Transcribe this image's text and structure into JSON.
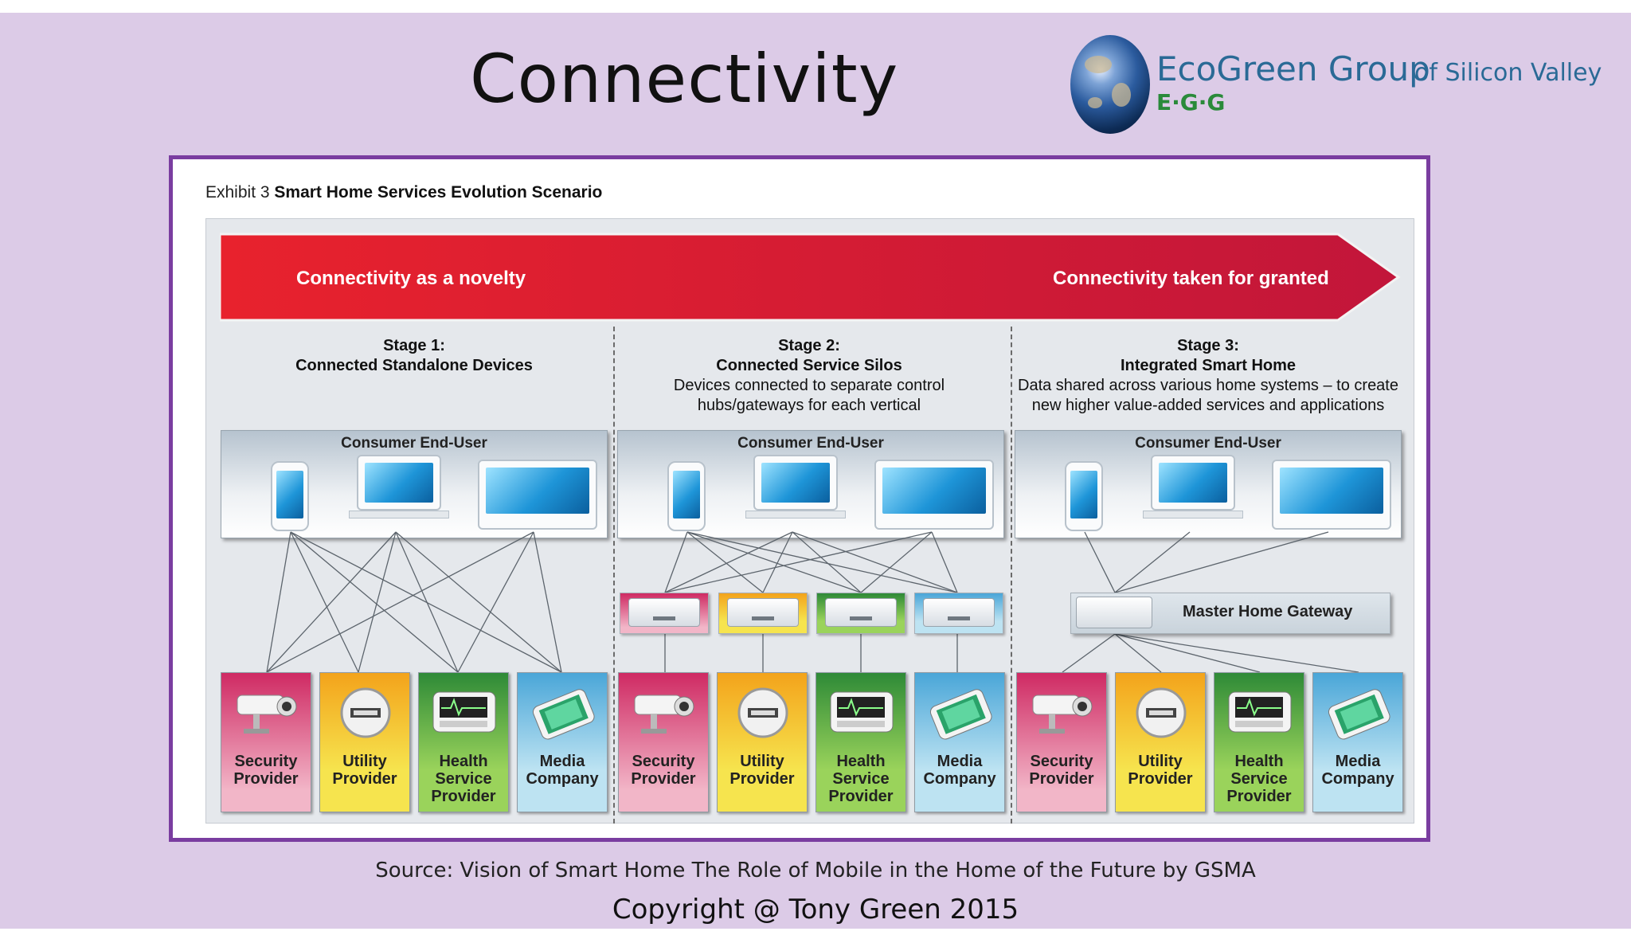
{
  "slide": {
    "title": "Connectivity",
    "logo": {
      "name": "EcoGreen Group",
      "sub": "of Silicon Valley",
      "abbr": "E·G·G",
      "icon": "globe-icon"
    },
    "source": "Source: Vision of Smart Home The Role of Mobile in the Home of the Future by GSMA",
    "copyright": "Copyright @ Tony Green 2015"
  },
  "exhibit": {
    "prefix": "Exhibit 3",
    "title": "Smart Home Services Evolution Scenario"
  },
  "arrow": {
    "left": "Connectivity as a novelty",
    "right": "Connectivity taken for granted",
    "color": "#d9222e"
  },
  "stages": [
    {
      "name": "Stage 1:",
      "subtitle": "Connected Standalone Devices",
      "desc1": "",
      "desc2": ""
    },
    {
      "name": "Stage 2:",
      "subtitle": "Connected Service Silos",
      "desc1": "Devices connected to separate control",
      "desc2": "hubs/gateways  for each vertical"
    },
    {
      "name": "Stage 3:",
      "subtitle": "Integrated Smart Home",
      "desc1": "Data shared across various home systems – to create",
      "desc2": "new higher value-added services and applications"
    }
  ],
  "consumer_label": "Consumer End-User",
  "gateway_label": "Master Home Gateway",
  "providers": [
    {
      "line1": "Security",
      "line2": "Provider",
      "line3": "",
      "icon": "camera-icon",
      "color": "#cf2a63"
    },
    {
      "line1": "Utility",
      "line2": "Provider",
      "line3": "",
      "icon": "meter-icon",
      "color": "#f3a31b"
    },
    {
      "line1": "Health",
      "line2": "Service",
      "line3": "Provider",
      "icon": "heart-monitor-icon",
      "color": "#2e8a37"
    },
    {
      "line1": "Media",
      "line2": "Company",
      "line3": "",
      "icon": "media-player-icon",
      "color": "#4aa6d8"
    }
  ]
}
